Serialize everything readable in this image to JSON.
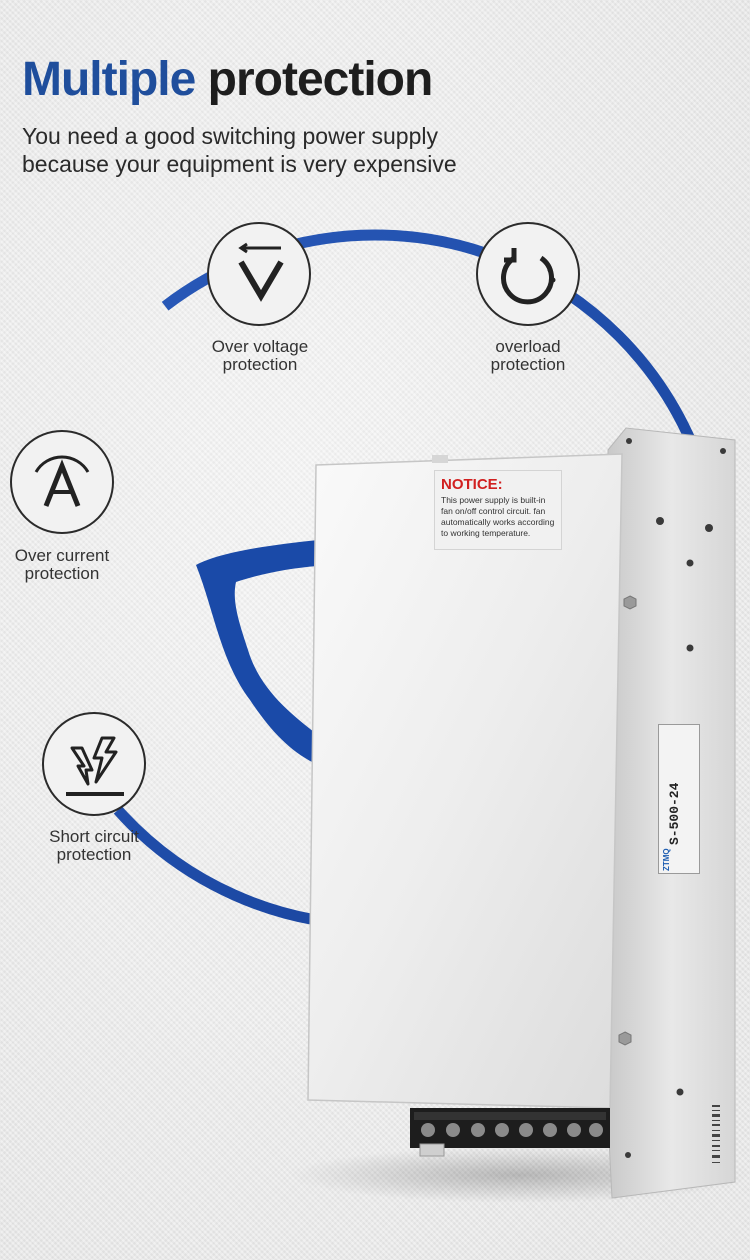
{
  "header": {
    "title_word1": "Multiple",
    "title_word2": "protection",
    "subtitle_line1": "You need a good switching power supply",
    "subtitle_line2": "because your equipment is very expensive"
  },
  "features": [
    {
      "icon": "over-voltage-icon",
      "line1": "Over voltage",
      "line2": "protection"
    },
    {
      "icon": "overload-icon",
      "line1": "overload",
      "line2": "protection"
    },
    {
      "icon": "over-current-icon",
      "line1": "Over current",
      "line2": "protection"
    },
    {
      "icon": "short-circuit-icon",
      "line1": "Short circuit",
      "line2": "protection"
    }
  ],
  "product": {
    "notice_title": "NOTICE:",
    "notice_text": "This power supply is built-in fan on/off control circuit. fan automatically works according to working temperature.",
    "model": "S-500-24",
    "brand": "ZTMQ"
  },
  "colors": {
    "accent_blue": "#1f4e9c",
    "ring_blue": "#1c4fae",
    "text_dark": "#1e1e1e",
    "notice_red": "#d12020"
  }
}
